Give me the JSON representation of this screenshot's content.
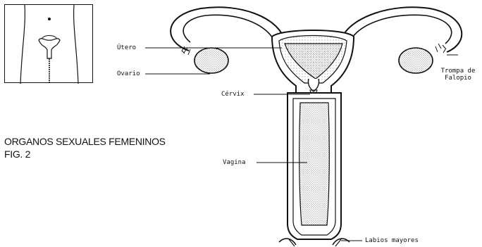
{
  "caption": {
    "line1": "ORGANOS SEXUALES FEMENINOS",
    "line2": "FIG. 2"
  },
  "labels": {
    "utero": "Útero",
    "ovario": "Ovario",
    "cervix": "Cérvix",
    "vagina": "Vagina",
    "trompa_line1": "Trompa de",
    "trompa_line2": "Falopio",
    "labios": "Labios mayores"
  },
  "colors": {
    "ink": "#111111",
    "background": "#ffffff",
    "stipple": "#555555"
  }
}
